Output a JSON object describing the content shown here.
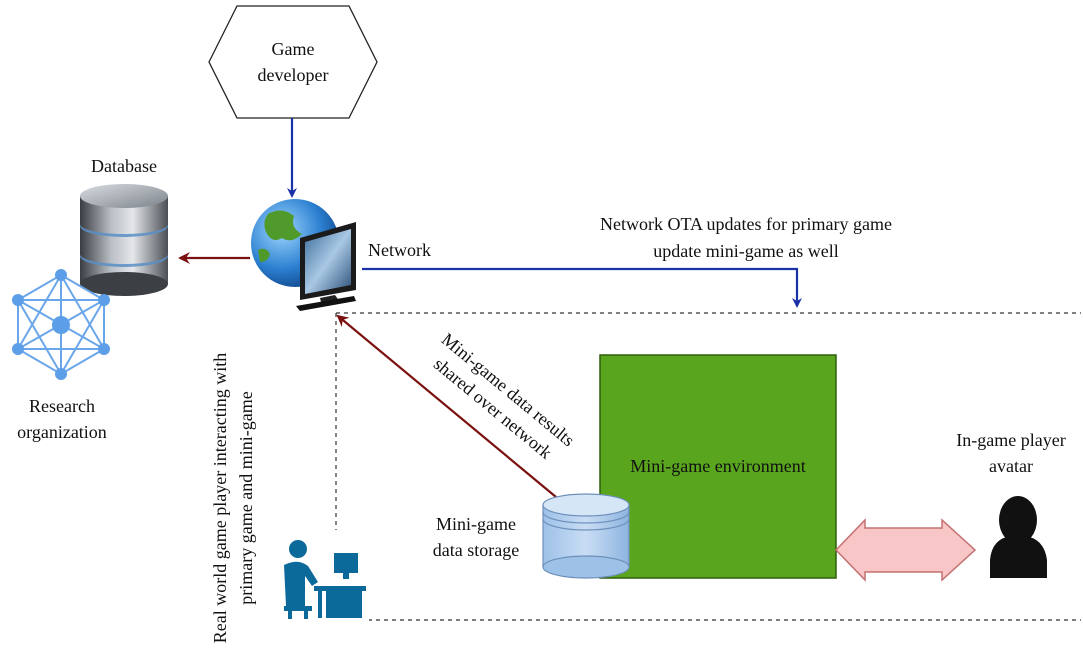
{
  "nodes": {
    "game_developer": [
      "Game",
      "developer"
    ],
    "database": "Database",
    "network": "Network",
    "research_organization": [
      "Research",
      "organization"
    ],
    "mini_game_environment": "Mini-game environment",
    "mini_game_storage": [
      "Mini-game",
      "data storage"
    ],
    "in_game_avatar": [
      "In-game player",
      "avatar"
    ],
    "real_world_player": [
      "Real world game player interacting with",
      "primary game and mini-game"
    ]
  },
  "edges": {
    "ota_updates": [
      "Network OTA updates for primary game",
      "update mini-game as well"
    ],
    "mini_game_results": [
      "Mini-game data results",
      "shared over network"
    ]
  },
  "colors": {
    "blue_arrow": "#1a32a8",
    "red_arrow": "#7a1010",
    "env_fill": "#5aa51e",
    "bidir_fill": "#f8c6c6",
    "bidir_stroke": "#c47070",
    "storage_fill": "#b9d3ef",
    "storage_stroke": "#6d90bb",
    "player_icon": "#0c6a9a",
    "research_icon": "#6aa6ea",
    "avatar": "#111111"
  },
  "icons": {
    "network": "globe-monitor-icon",
    "database": "database-server-icon",
    "research": "network-nodes-icon",
    "storage": "cylinder-storage-icon",
    "player": "person-at-computer-icon",
    "avatar": "user-silhouette-icon",
    "interaction": "bidirectional-arrow-icon"
  }
}
